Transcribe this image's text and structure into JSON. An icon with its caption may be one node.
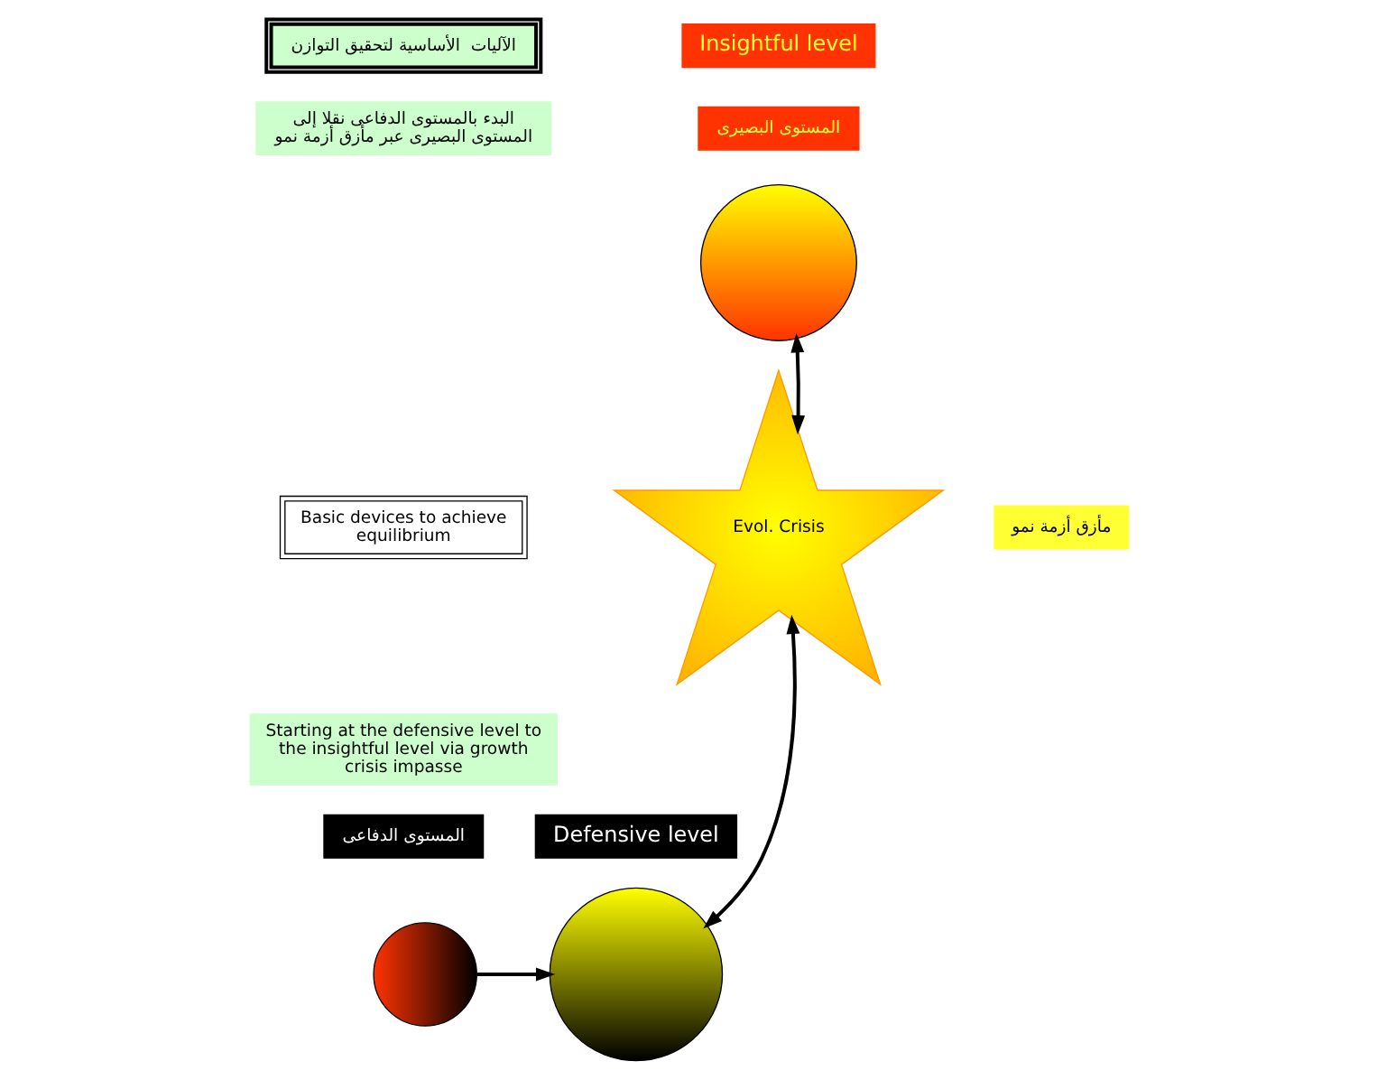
{
  "diagram": {
    "nodes": [
      {
        "text": [
          "الآليات  الأساسية لتحقيق التوازن"
        ]
      },
      {
        "text": [
          "البدء بالمستوى الدفاعى نقلا إلى المستوى البصيرى عبر مأزق أزمة نمو"
        ]
      },
      {
        "text": [
          "Insightful level"
        ]
      },
      {
        "text": [
          "المستوى البصيرى"
        ]
      },
      {
        "text": [],
        "shape": "circle"
      },
      {
        "text": [
          "Basic devices to achieve equilibrium"
        ]
      },
      {
        "text": [
          "Starting at the defensive level to the insightful level via growth crisis impasse"
        ]
      },
      {
        "text": [
          "مأزق أزمة نمو"
        ]
      },
      {
        "text": [
          "Evol. Crisis"
        ]
      },
      {
        "text": [
          "المستوى الدفاعى"
        ]
      },
      {
        "text": [
          "Defensive level"
        ]
      },
      {
        "text": [],
        "shape": "circle"
      },
      {
        "text": [],
        "shape": "circle"
      }
    ],
    "edges": [
      {
        "from": 4,
        "to": 8,
        "arrow": "both"
      },
      {
        "from": 8,
        "to": 12,
        "arrow": "both"
      },
      {
        "from": 11,
        "to": 12,
        "arrow": "to"
      }
    ]
  }
}
